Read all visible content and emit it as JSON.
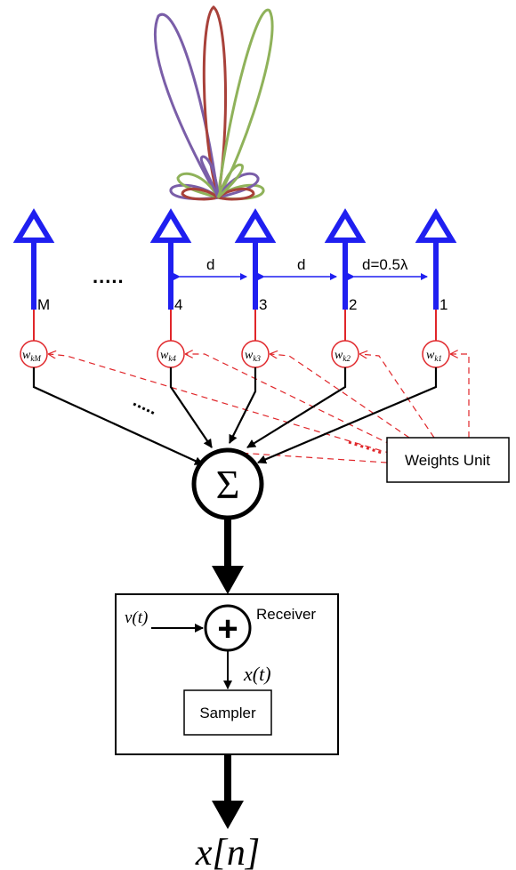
{
  "colors": {
    "antenna": "#1f1ff0",
    "feed": "#e0262a",
    "weight_lines": "#e0262a",
    "wiring": "#000000",
    "lobe_left": "#7a5ea8",
    "lobe_center": "#a8413a",
    "lobe_right": "#8fb25a"
  },
  "array": {
    "ellipsis": ".....",
    "elements": [
      {
        "label": "M",
        "weight": "w",
        "weight_sub": "kM"
      },
      {
        "label": "4",
        "weight": "w",
        "weight_sub": "k4"
      },
      {
        "label": "3",
        "weight": "w",
        "weight_sub": "k3"
      },
      {
        "label": "2",
        "weight": "w",
        "weight_sub": "k2"
      },
      {
        "label": "1",
        "weight": "w",
        "weight_sub": "k1"
      }
    ],
    "spacings": [
      {
        "label": "d"
      },
      {
        "label": "d"
      },
      {
        "label": "d=0.5λ"
      }
    ]
  },
  "combiner": {
    "symbol": "Σ",
    "ellipsis": "....."
  },
  "weights_unit": {
    "label": "Weights Unit"
  },
  "receiver": {
    "label": "Receiver",
    "noise_input": "v(t)",
    "adder_symbol": "+",
    "signal": "x(t)",
    "sampler": "Sampler"
  },
  "output": {
    "label": "x[n]"
  }
}
